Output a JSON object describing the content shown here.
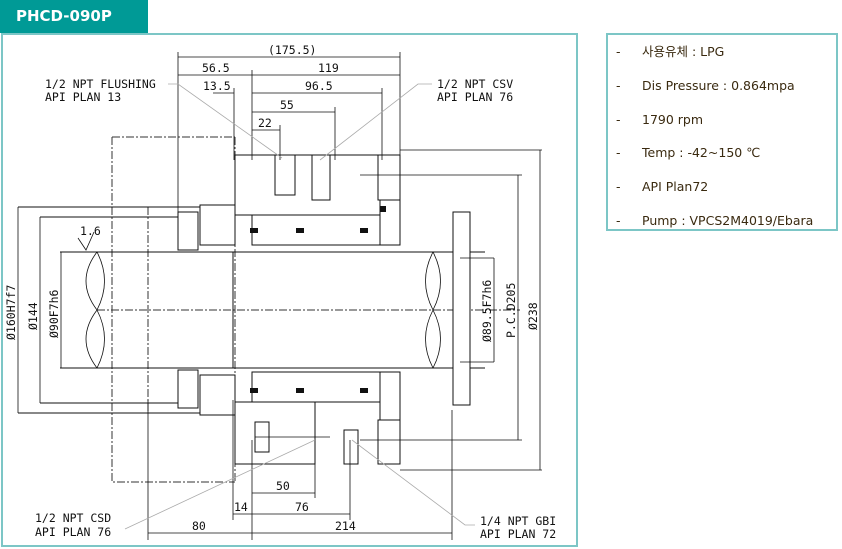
{
  "header": {
    "title": "PHCD-090P"
  },
  "specs": [
    {
      "bullet": "-",
      "text": "사용유체 : LPG"
    },
    {
      "bullet": "-",
      "text": "Dis Pressure : 0.864mpa"
    },
    {
      "bullet": "-",
      "text": "1790 rpm"
    },
    {
      "bullet": "-",
      "text": "Temp : -42~150 ℃"
    },
    {
      "bullet": "-",
      "text": "API Plan72"
    },
    {
      "bullet": "-",
      "text": "Pump : VPCS2M4019/Ebara"
    }
  ],
  "drawing": {
    "callouts": {
      "flushing": [
        "1/2 NPT FLUSHING",
        "API PLAN 13"
      ],
      "csv": [
        "1/2 NPT CSV",
        "API PLAN 76"
      ],
      "csd": [
        "1/2 NPT CSD",
        "API PLAN 76"
      ],
      "gbi": [
        "1/4 NPT GBI",
        "API PLAN 72"
      ]
    },
    "dims": {
      "overall": "(175.5)",
      "d565": "56.5",
      "d119": "119",
      "d135": "13.5",
      "d965": "96.5",
      "d55": "55",
      "d22": "22",
      "d50": "50",
      "d14": "14",
      "d76": "76",
      "d80": "80",
      "d214": "214",
      "dia160": "Ø160H7f7",
      "dia144": "Ø144",
      "dia90": "Ø90F7h6",
      "dia895": "Ø89.5F7h6",
      "pcd": "P.C.D205",
      "dia238": "Ø238",
      "surface": "1.6"
    }
  }
}
